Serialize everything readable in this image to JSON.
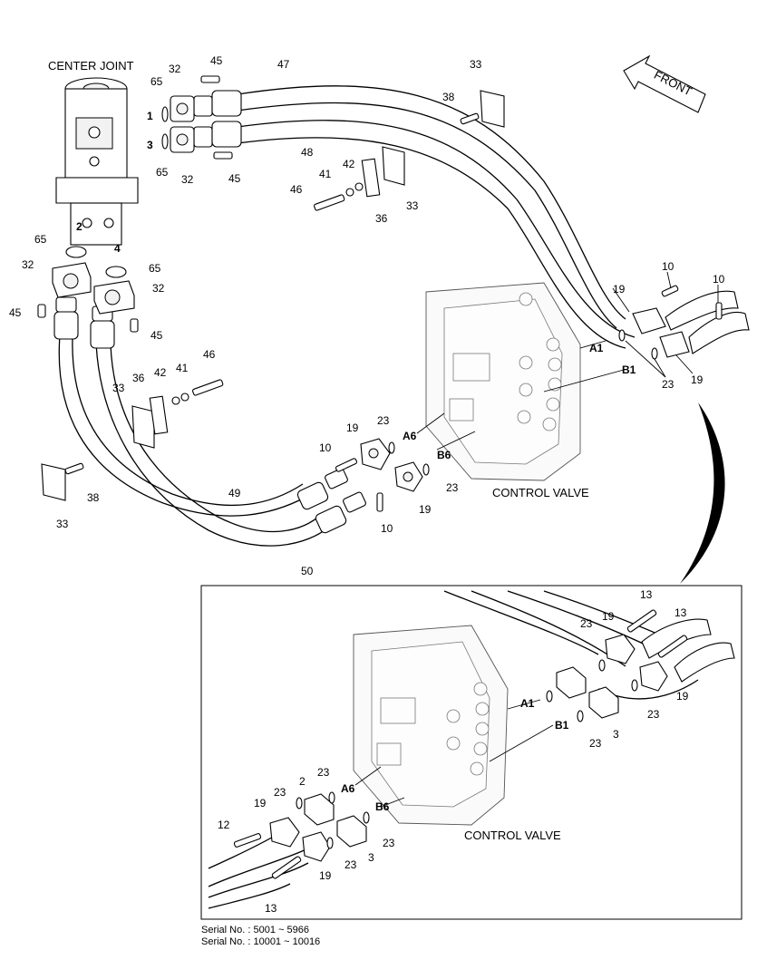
{
  "diagram": {
    "titles": {
      "center_joint": "CENTER JOINT",
      "control_valve_main": "CONTROL VALVE",
      "control_valve_inset": "CONTROL VALVE",
      "front": "FRONT"
    },
    "ports": {
      "p1": "1",
      "p2": "2",
      "p3": "3",
      "p4": "4",
      "a1": "A1",
      "b1": "B1",
      "a6": "A6",
      "b6": "B6",
      "inset_a1": "A1",
      "inset_b1": "B1",
      "inset_a6": "A6",
      "inset_b6": "B6"
    },
    "callouts": {
      "c47": "47",
      "c48": "48",
      "c49": "49",
      "c50": "50",
      "c45a": "45",
      "c45b": "45",
      "c45c": "45",
      "c45d": "45",
      "c32a": "32",
      "c32b": "32",
      "c32c": "32",
      "c32d": "32",
      "c65a": "65",
      "c65b": "65",
      "c65c": "65",
      "c65d": "65",
      "c33a": "33",
      "c33b": "33",
      "c33c": "33",
      "c33d": "33",
      "c38a": "38",
      "c38b": "38",
      "c41a": "41",
      "c41b": "41",
      "c42a": "42",
      "c42b": "42",
      "c46a": "46",
      "c46b": "46",
      "c36a": "36",
      "c36b": "36",
      "c10a": "10",
      "c10b": "10",
      "c10c": "10",
      "c10d": "10",
      "c19a": "19",
      "c19b": "19",
      "c19c": "19",
      "c19d": "19",
      "c23a": "23",
      "c23b": "23",
      "c23c": "23",
      "i13a": "13",
      "i13b": "13",
      "i13c": "13",
      "i19a": "19",
      "i19b": "19",
      "i19c": "19",
      "i19d": "19",
      "i23a": "23",
      "i23b": "23",
      "i23c": "23",
      "i23d": "23",
      "i23e": "23",
      "i23f": "23",
      "i23g": "23",
      "i3a": "3",
      "i3b": "3",
      "i2": "2",
      "i12": "12"
    }
  },
  "serials": {
    "line1": "Serial No. : 5001 ~ 5966",
    "line2": "Serial No. : 10001 ~ 10016"
  }
}
